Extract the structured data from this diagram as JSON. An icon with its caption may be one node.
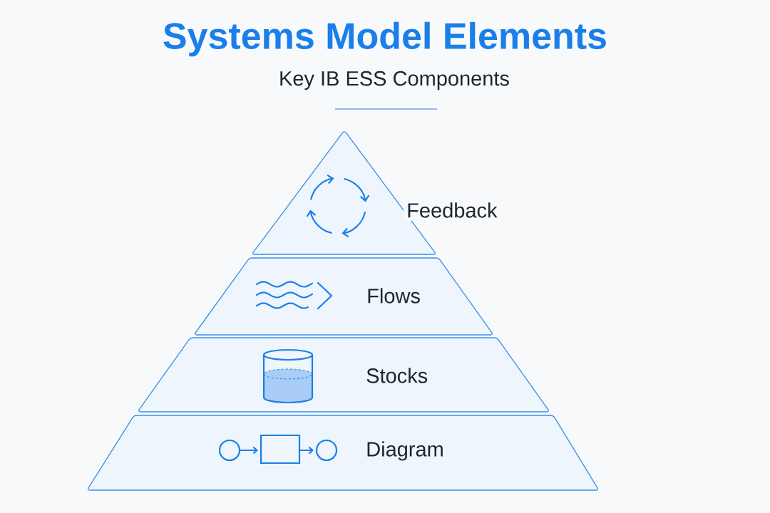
{
  "diagram": {
    "title": "Systems Model Elements",
    "caption": "Key IB ESS Components",
    "nodes": [
      {
        "text": [
          "Feedback"
        ]
      },
      {
        "text": [
          "Flows"
        ]
      },
      {
        "text": [
          "Stocks"
        ]
      },
      {
        "text": [
          "Diagram"
        ]
      }
    ]
  }
}
